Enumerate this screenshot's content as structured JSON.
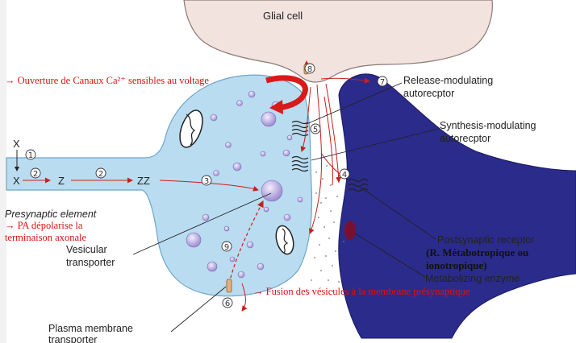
{
  "labels": {
    "glial_cell": "Glial cell",
    "release_1": "Release-modulating",
    "release_2": "autorecptor",
    "synthesis_1": "Synthesis-modulating",
    "synthesis_2": "autorecptor",
    "presynaptic_element": "Presynaptic element",
    "vesicular_1": "Vesicular",
    "vesicular_2": "transporter",
    "postsynaptic_receptor": "Postsynaptic receptor",
    "metabotropique_1": "(R. Métabotropique ou",
    "metabotropique_2": "ionotropique)",
    "metabolizing_enzyme": "Metabolizing enzyme",
    "plasma_membrane_1": "Plasma membrane",
    "plasma_membrane_2": "transporter"
  },
  "annotations": {
    "calcium_channels": "→ Ouverture de Canaux Ca²⁺ sensibles au voltage",
    "pa_1": "→ PA dépolarise la",
    "pa_2": "terminaison axonale",
    "fusion": "→ Fusion des vésicules à la membrane présynaptique"
  },
  "molecules": {
    "x": "X",
    "z": "Z",
    "zz": "ZZ"
  },
  "steps": {
    "s1": "1",
    "s2": "2",
    "s3": "3",
    "s4": "4",
    "s5": "5",
    "s6": "6",
    "s7": "7",
    "s8": "8",
    "s9": "9"
  },
  "colors": {
    "presynaptic_fill": "#b9dcf1",
    "postsynaptic_fill": "#2b2b8c",
    "glial_fill": "#f3e3df",
    "annotation_red": "#d11111",
    "arrow_red": "#c8201a"
  }
}
